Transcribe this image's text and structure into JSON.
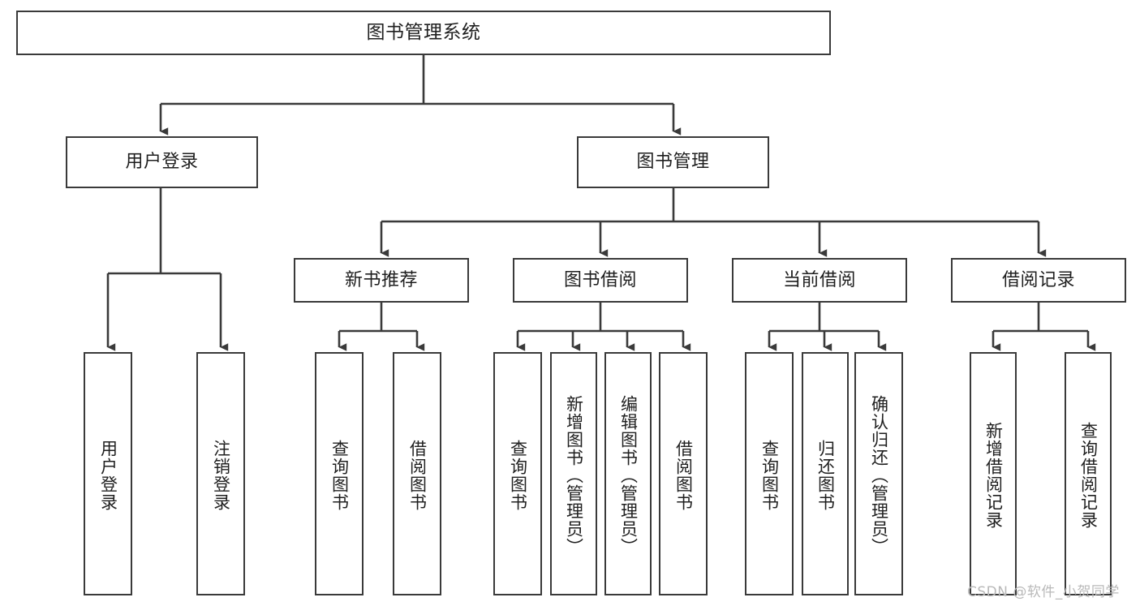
{
  "diagram": {
    "title": "图书管理系统",
    "type": "tree",
    "colors": {
      "node_border": "#3a3a3a",
      "node_fill": "#ffffff",
      "connector": "#3a3a3a",
      "text": "#1f1f1f",
      "watermark": "#b9b9b9",
      "background": "#ffffff"
    },
    "nodes": {
      "root": {
        "label": "图书管理系统"
      },
      "level2": [
        {
          "id": "user-login",
          "label": "用户登录"
        },
        {
          "id": "book-management",
          "label": "图书管理"
        }
      ],
      "level3": [
        {
          "id": "new-book-recommend",
          "label": "新书推荐"
        },
        {
          "id": "book-borrow",
          "label": "图书借阅"
        },
        {
          "id": "current-borrow",
          "label": "当前借阅"
        },
        {
          "id": "borrow-record",
          "label": "借阅记录"
        }
      ],
      "leaves": {
        "user-login": [
          {
            "id": "leaf-user-login",
            "label": "用户登录"
          },
          {
            "id": "leaf-logout-login",
            "label": "注销登录"
          }
        ],
        "new-book-recommend": [
          {
            "id": "leaf-query-book-1",
            "label": "查询图书"
          },
          {
            "id": "leaf-borrow-book-1",
            "label": "借阅图书"
          }
        ],
        "book-borrow": [
          {
            "id": "leaf-query-book-2",
            "label": "查询图书"
          },
          {
            "id": "leaf-add-book",
            "label": "新增图书（管理员）"
          },
          {
            "id": "leaf-edit-book",
            "label": "编辑图书（管理员）"
          },
          {
            "id": "leaf-borrow-book-2",
            "label": "借阅图书"
          }
        ],
        "current-borrow": [
          {
            "id": "leaf-query-book-3",
            "label": "查询图书"
          },
          {
            "id": "leaf-return-book",
            "label": "归还图书"
          },
          {
            "id": "leaf-confirm-return",
            "label": "确认归还（管理员）"
          }
        ],
        "borrow-record": [
          {
            "id": "leaf-add-record",
            "label": "新增借阅记录"
          },
          {
            "id": "leaf-query-record",
            "label": "查询借阅记录"
          }
        ]
      }
    },
    "watermark": "CSDN @软件_小贺同学"
  }
}
